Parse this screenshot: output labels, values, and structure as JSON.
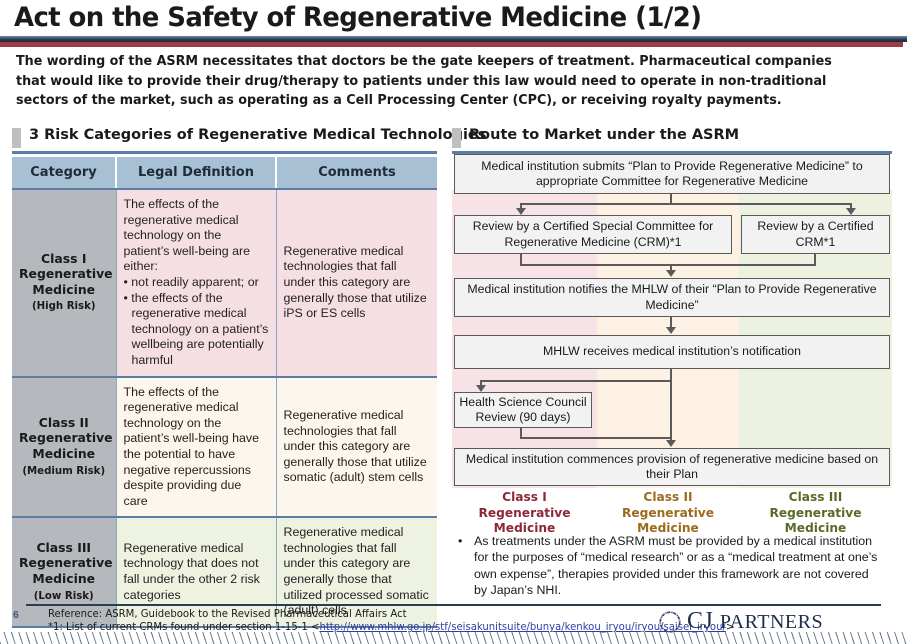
{
  "slide": {
    "title": "Act on the Safety of Regenerative Medicine (1/2)",
    "intro": "The wording of the ASRM necessitates that doctors be the gate keepers of treatment.  Pharmaceutical companies that would like to provide their drug/therapy to patients under this law would need to operate in non-traditional sectors of the market, such as operating as a Cell Processing Center (CPC), or receiving royalty payments.",
    "page_number": "6"
  },
  "left_section": {
    "heading": "3 Risk Categories of Regenerative Medical Technologies",
    "table": {
      "columns": [
        "Category",
        "Legal Definition",
        "Comments"
      ],
      "rows": [
        {
          "category": "Class I Regenerative Medicine",
          "category_line1": "Class I",
          "category_line2": "Regenerative",
          "category_line3": "Medicine",
          "risk": "(High Risk)",
          "definition_intro": "The effects of the regenerative medical technology on the patient’s well-being are either:",
          "definition_bullets": [
            "• not readily apparent; or",
            "• the effects of the regenerative medical technology on a patient’s wellbeing are potentially harmful"
          ],
          "comments": "Regenerative medical technologies that fall under this category are generally those that utilize iPS or ES cells"
        },
        {
          "category": "Class II Regenerative Medicine",
          "category_line1": "Class II",
          "category_line2": "Regenerative",
          "category_line3": "Medicine",
          "risk": "(Medium Risk)",
          "definition_intro": "The effects of the regenerative medical technology on the patient’s well-being have the potential to have negative repercussions despite providing due care",
          "definition_bullets": [],
          "comments": "Regenerative medical technologies that fall under this category are generally those that utilize somatic (adult) stem cells"
        },
        {
          "category": "Class III Regenerative Medicine",
          "category_line1": "Class III",
          "category_line2": "Regenerative",
          "category_line3": "Medicine",
          "risk": "(Low Risk)",
          "definition_intro": "Regenerative medical technology that does not fall under the other 2 risk categories",
          "definition_bullets": [],
          "comments": "Regenerative medical technologies that fall under this category are generally those that utilized processed somatic (adult) cells"
        }
      ]
    }
  },
  "right_section": {
    "heading": "Route to Market under the ASRM",
    "nodes": [
      {
        "id": "submit",
        "text": "Medical institution submits “Plan to Provide Regenerative Medicine” to appropriate Committee for Regenerative Medicine"
      },
      {
        "id": "review-special",
        "text": "Review by a Certified Special Committee for Regenerative Medicine (CRM)*1"
      },
      {
        "id": "review-crm",
        "text": "Review by a Certified CRM*1"
      },
      {
        "id": "notify",
        "text": "Medical institution notifies the MHLW of their “Plan to Provide Regenerative Medicine”"
      },
      {
        "id": "receives",
        "text": "MHLW receives medical institution’s notification"
      },
      {
        "id": "hsc",
        "text": "Health Science Council Review (90 days)"
      },
      {
        "id": "commence",
        "text": "Medical institution commences provision of regenerative medicine based on their Plan"
      }
    ],
    "class_bands": [
      {
        "name": "Class I Regenerative Medicine",
        "l1": "Class I",
        "l2": "Regenerative",
        "l3": "Medicine",
        "color": "#f7e3e5",
        "text_color": "#8e2838"
      },
      {
        "name": "Class II Regenerative Medicine",
        "l1": "Class II",
        "l2": "Regenerative",
        "l3": "Medicine",
        "color": "#fdf1e4",
        "text_color": "#9c6b1e"
      },
      {
        "name": "Class III Regenerative Medicine",
        "l1": "Class III",
        "l2": "Regenerative",
        "l3": "Medicine",
        "color": "#edf2e0",
        "text_color": "#5a6b26"
      }
    ],
    "note_bullet": "•",
    "note": "As treatments under the ASRM must be provided by a medical institution for the purposes of “medical research” or as a “medical treatment at one’s own expense”, therapies provided under this framework are not covered by Japan’s NHI."
  },
  "footer": {
    "reference_line1": "Reference:  ASRM, Guidebook to the Revised Pharmaceutical Affairs Act",
    "reference_line2_prefix": "*1:  List of current CRMs found under section 1-15-1 <",
    "reference_link": "http://www.mhlw.go.jp/stf/seisakunitsuite/bunya/kenkou_iryou/iryou/saisei_iryou/",
    "reference_line2_suffix": ">",
    "logo_text_1": "C",
    "logo_text_2": "J",
    "logo_text_3": "PARTNERS"
  },
  "colors": {
    "navy": "#2d3c55",
    "maroon": "#9e3b44",
    "header_blue": "#a8c0d4",
    "category_gray": "#b5b9bd",
    "rule_blue": "#5b7ea6"
  }
}
